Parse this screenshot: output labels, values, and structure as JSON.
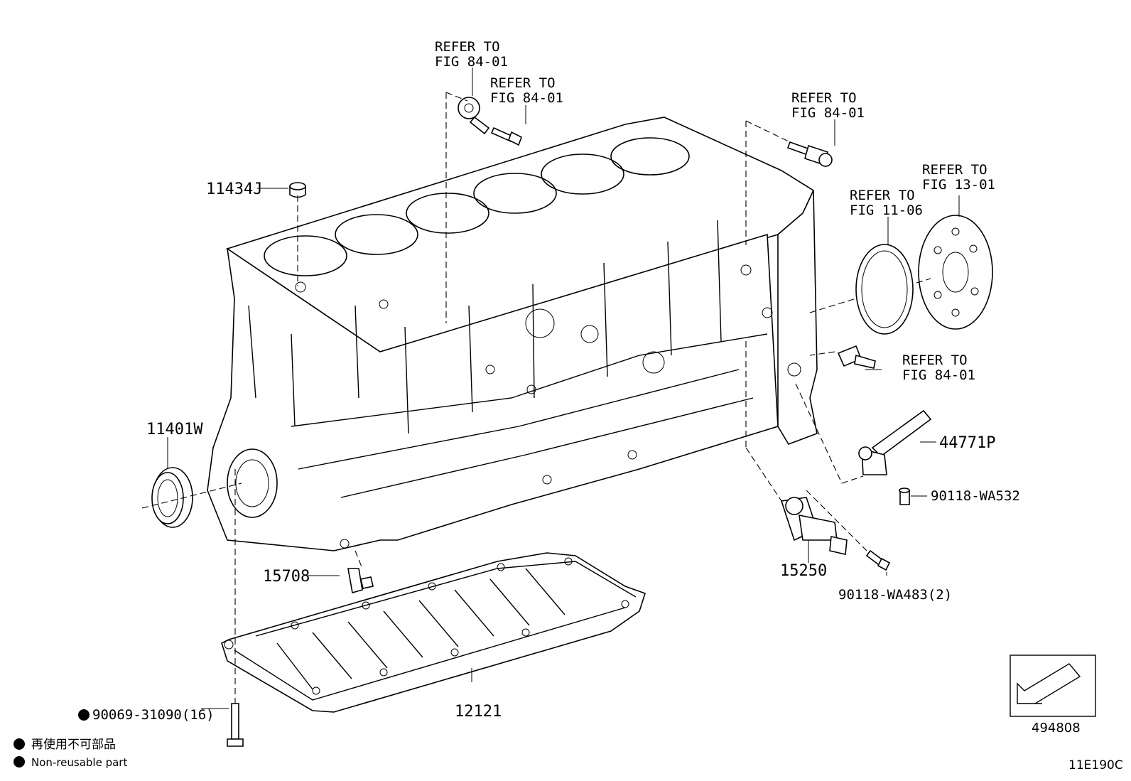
{
  "labels": {
    "refer_knock_a": [
      "REFER TO",
      "FIG 84-01"
    ],
    "refer_knock_b": [
      "REFER TO",
      "FIG 84-01"
    ],
    "refer_sensor_top": [
      "REFER TO",
      "FIG 84-01"
    ],
    "refer_oil_seal": [
      "REFER TO",
      "FIG 11-06"
    ],
    "refer_plate": [
      "REFER TO",
      "FIG 13-01"
    ],
    "refer_sensor_side": [
      "REFER TO",
      "FIG 84-01"
    ],
    "part_11434J": "11434J",
    "part_11401W": "11401W",
    "part_15708": "15708",
    "part_90069": "90069-31090(16)",
    "part_12121": "12121",
    "part_15250": "15250",
    "part_90118_WA483": "90118-WA483(2)",
    "part_44771P": "44771P",
    "part_90118_WA532": "90118-WA532"
  },
  "legend": {
    "jp": "再使用不可部品",
    "en": "Non-reusable part"
  },
  "front_box_number": "494808",
  "figure_code": "11E190C"
}
